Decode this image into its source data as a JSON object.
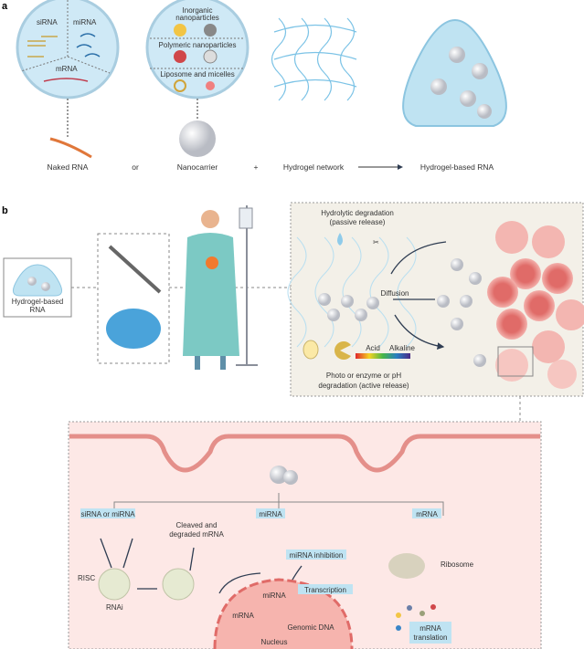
{
  "panel_a": {
    "letter": "a",
    "rna_types": [
      "siRNA",
      "miRNA",
      "mRNA"
    ],
    "nanocarrier_sections": [
      "Inorganic",
      "nanoparticles",
      "Polymeric nanoparticles",
      "Liposome and micelles"
    ],
    "row_labels": {
      "naked": "Naked RNA",
      "or": "or",
      "nanocarrier": "Nanocarrier",
      "plus": "+",
      "hydrogel": "Hydrogel network",
      "result": "Hydrogel-based RNA"
    }
  },
  "panel_b": {
    "letter": "b",
    "hydrogel_box": [
      "Hydrogel-based",
      "RNA"
    ],
    "release": {
      "passive": [
        "Hydrolytic degradation",
        "(passive release)"
      ],
      "diffusion": "Diffusion",
      "acid": "Acid",
      "alkaline": "Alkaline",
      "active": [
        "Photo or enzyme or pH",
        "degradation (active release)"
      ]
    },
    "cell": {
      "sirna_mirna": "siRNA or miRNA",
      "cleaved": [
        "Cleaved and",
        "degraded mRNA"
      ],
      "mirna": "miRNA",
      "mirna_inhibition": "miRNA inhibition",
      "mrna": "mRNA",
      "ribosome": "Ribosome",
      "risc": "RISC",
      "rnai": "RNAi",
      "nucleus_mirna": "miRNA",
      "transcription": "Transcription",
      "nucleus_mrna": "mRNA",
      "genomic_dna": "Genomic DNA",
      "nucleus": "Nucleus",
      "translation": [
        "mRNA",
        "translation"
      ]
    }
  },
  "colors": {
    "hydrogel": "#bfe3f2",
    "tumor": "#e8837f",
    "cell_bg": "#fde8e6",
    "release_bg": "#f3f0e8",
    "rna": "#e0773a"
  }
}
